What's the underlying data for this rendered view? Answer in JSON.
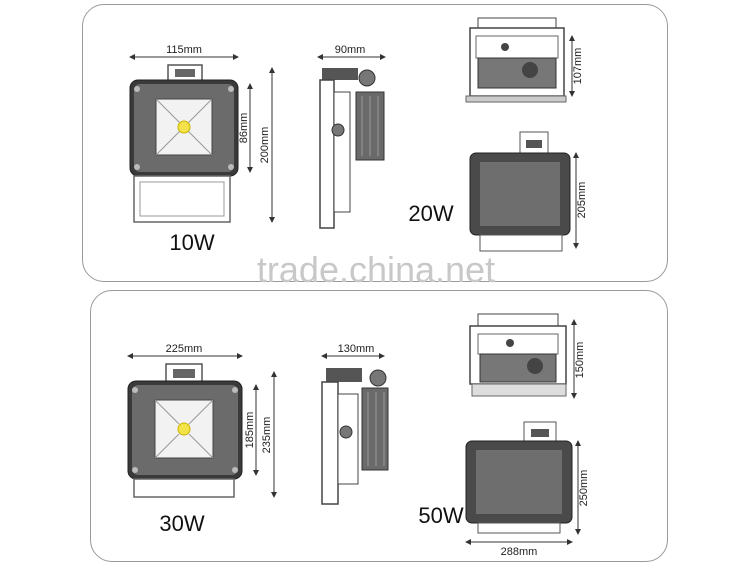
{
  "watermark": "trade.china.net",
  "top_section": {
    "front_label": "10W",
    "width_dim": "115mm",
    "height_dim_inner": "86mm",
    "height_dim_outer": "200mm",
    "side_width_dim": "90mm",
    "right_label": "20W",
    "right_top_height_dim": "107mm",
    "right_front_height_dim": "205mm"
  },
  "bottom_section": {
    "front_label": "30W",
    "width_dim": "225mm",
    "height_dim_inner": "185mm",
    "height_dim_outer": "235mm",
    "side_width_dim": "130mm",
    "right_label": "50W",
    "right_top_height_dim": "150mm",
    "right_front_height_dim": "250mm",
    "right_front_width_dim": "288mm"
  }
}
